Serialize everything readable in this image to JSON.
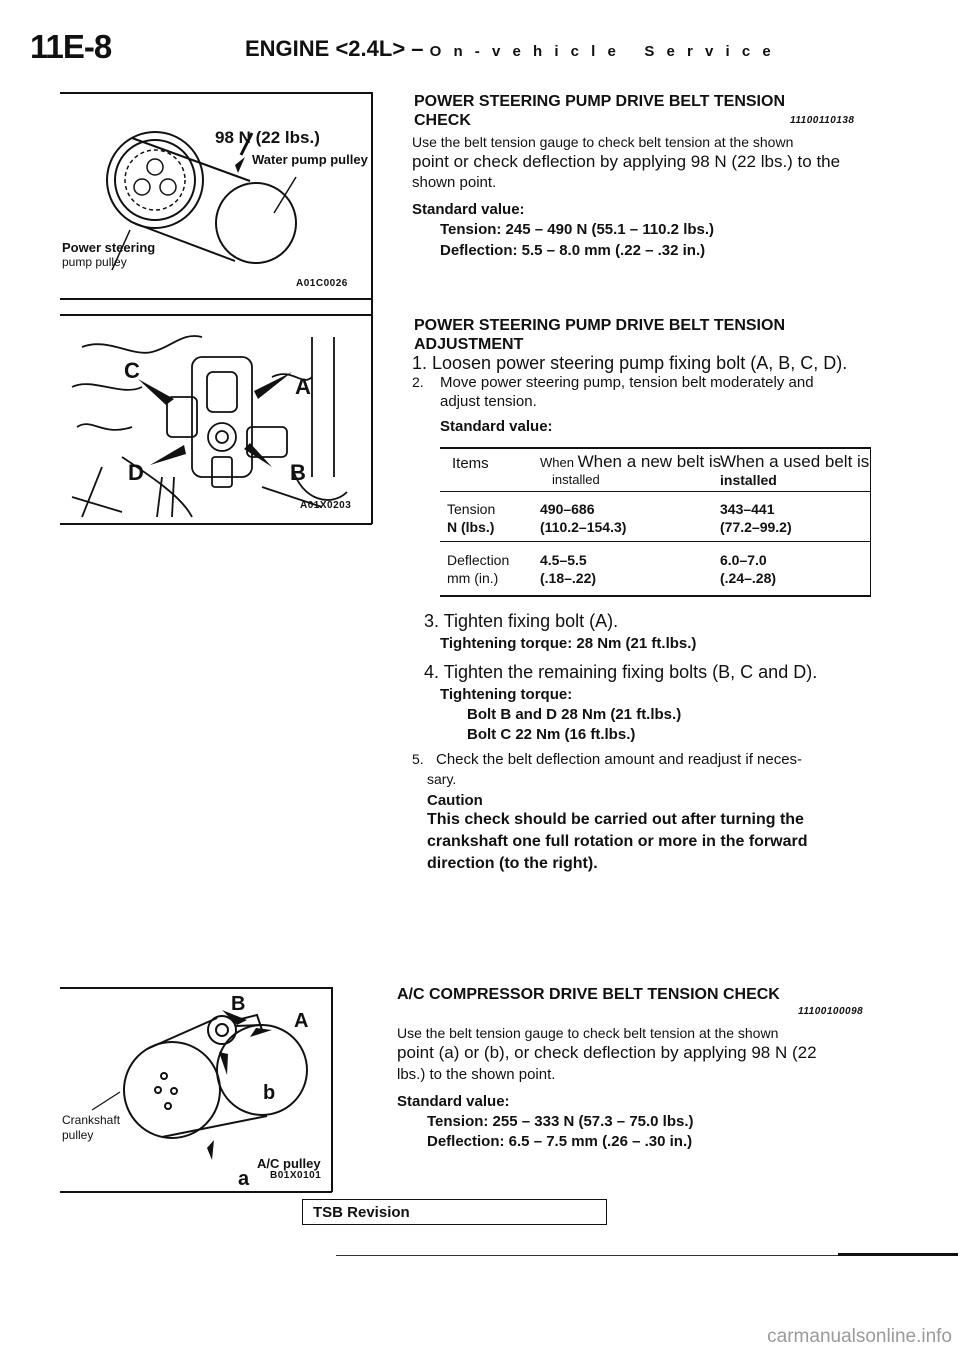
{
  "header": {
    "code": "11E-8",
    "title": "ENGINE <2.4L> – ",
    "subtitle": "O n - v e h i c l e   S e r v i c e"
  },
  "figure1": {
    "force": "98 N (22 lbs.)",
    "water_pump_pulley": "Water pump pulley",
    "power_steering": "Power steering",
    "pump_pulley": "pump  pulley",
    "code": "A01C0026"
  },
  "figure2": {
    "labels": [
      "C",
      "A",
      "D",
      "B"
    ],
    "code": "A01X0203"
  },
  "figure3": {
    "labels": [
      "B",
      "A",
      "b",
      "a"
    ],
    "crankshaft": "Crankshaft",
    "pulley": "pulley",
    "ac_pulley": "A/C pulley",
    "code": "B01X0101"
  },
  "section1": {
    "title_line1": "POWER STEERING PUMP DRIVE BELT TENSION",
    "title_line2": "CHECK",
    "code": "11100110138",
    "para_line1": "Use the belt tension gauge to check belt tension at the shown",
    "para_line2": "point or check deflection by applying 98 N (22 lbs.) to the",
    "para_line3": "shown  point.",
    "std_label": "Standard value:",
    "tension": "Tension:  245  –  490  N  (55.1  –  110.2  lbs.)",
    "deflection": "Deflection:  5.5  –  8.0  mm  (.22  –  .32  in.)"
  },
  "section2": {
    "title_line1": "POWER STEERING PUMP DRIVE BELT TENSION",
    "title_line2": "ADJUSTMENT",
    "step1": "1. Loosen power steering pump fixing bolt (A, B, C, D).",
    "step2_num": "2.",
    "step2_line1": "Move power steering pump, tension belt moderately and",
    "step2_line2": "adjust  tension.",
    "std_label": "Standard value:",
    "table": {
      "h_items": "Items",
      "h_new_1": "When a new belt is",
      "h_new_2": "installed",
      "h_used_1": "When a used belt is",
      "h_used_2": "installed",
      "tension_1": "Tension",
      "tension_2": "N (lbs.)",
      "tension_new_1": "490–686",
      "tension_new_2": "(110.2–154.3)",
      "tension_used_1": "343–441",
      "tension_used_2": "(77.2–99.2)",
      "defl_1": "Deflection",
      "defl_2": "mm  (in.)",
      "defl_new_1": "4.5–5.5",
      "defl_new_2": "(.18–.22)",
      "defl_used_1": "6.0–7.0",
      "defl_used_2": "(.24–.28)"
    },
    "step3": "3. Tighten fixing bolt (A).",
    "step3_torque": "Tightening  torque:  28  Nm  (21  ft.lbs.)",
    "step4": "4. Tighten the remaining fixing bolts (B, C and D).",
    "step4_torque": "Tightening torque:",
    "step4_bd": "Bolt  B  and  D  28  Nm  (21  ft.lbs.)",
    "step4_c": "Bolt  C  22  Nm  (16  ft.lbs.)",
    "step5_num": "5.",
    "step5_line1": "Check the belt deflection amount and readjust if neces-",
    "step5_line2": "sary.",
    "caution": "Caution",
    "caution_line1": "This check should be carried out after turning the",
    "caution_line2": "crankshaft one full rotation or more in the forward",
    "caution_line3": "direction (to the right)."
  },
  "section3": {
    "title": "A/C  COMPRESSOR DRIVE BELT TENSION CHECK",
    "code": "11100100098",
    "para_line1": "Use the belt tension gauge to check belt tension at the shown",
    "para_line2": "point (a) or (b), or check deflection by applying 98 N (22",
    "para_line3": "lbs.) to the shown point.",
    "std_label": "Standard value:",
    "tension": "Tension:  255  –  333  N  (57.3  –  75.0  lbs.)",
    "deflection": "Deflection:  6.5  –  7.5  mm  (.26  –  .30  in.)"
  },
  "footer": {
    "tsb": "TSB  Revision",
    "watermark": "carmanualsonline.info"
  }
}
